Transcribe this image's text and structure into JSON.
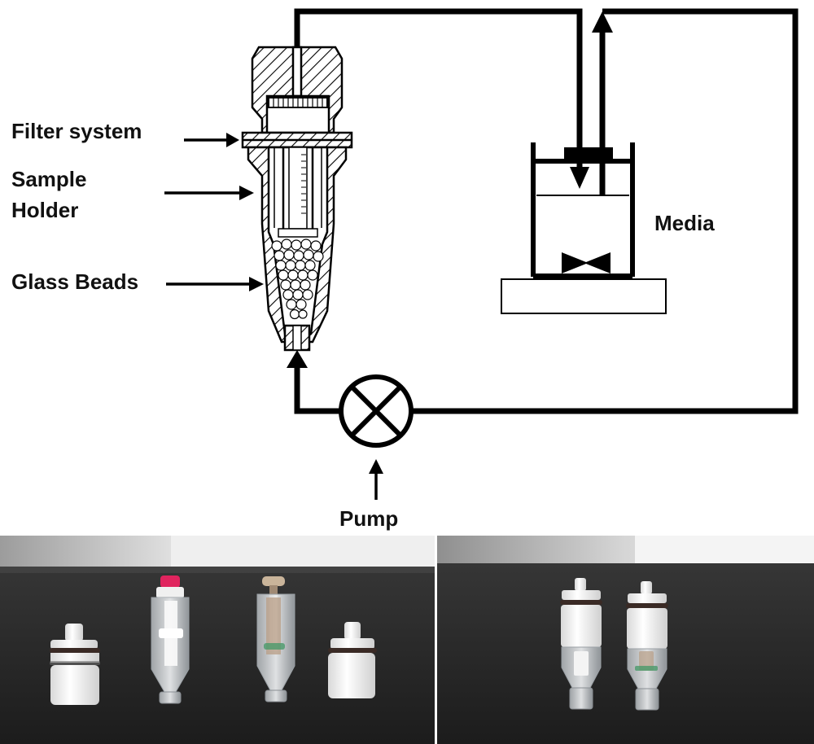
{
  "labels": {
    "filter_system": "Filter system",
    "sample_holder_line1": "Sample",
    "sample_holder_line2": "Holder",
    "glass_beads": "Glass Beads",
    "media": "Media",
    "pump": "Pump"
  },
  "colors": {
    "line": "#000000",
    "background": "#ffffff",
    "bench_surface": "#2a2a2a",
    "wall": "#f2f2f2",
    "ptfe_white": "#f4f4f4",
    "red_cap": "#e0245e",
    "tan_cap": "#c9b49a",
    "o_ring": "#3a2a25"
  },
  "photos": [
    {
      "name": "disassembled-parts-photo",
      "parts": [
        "end-cap",
        "sample-holder-red-cap",
        "sample-holder-tan-cap",
        "end-cap"
      ]
    },
    {
      "name": "assembled-cells-photo",
      "parts": [
        "assembled-cell",
        "assembled-cell"
      ]
    }
  ]
}
